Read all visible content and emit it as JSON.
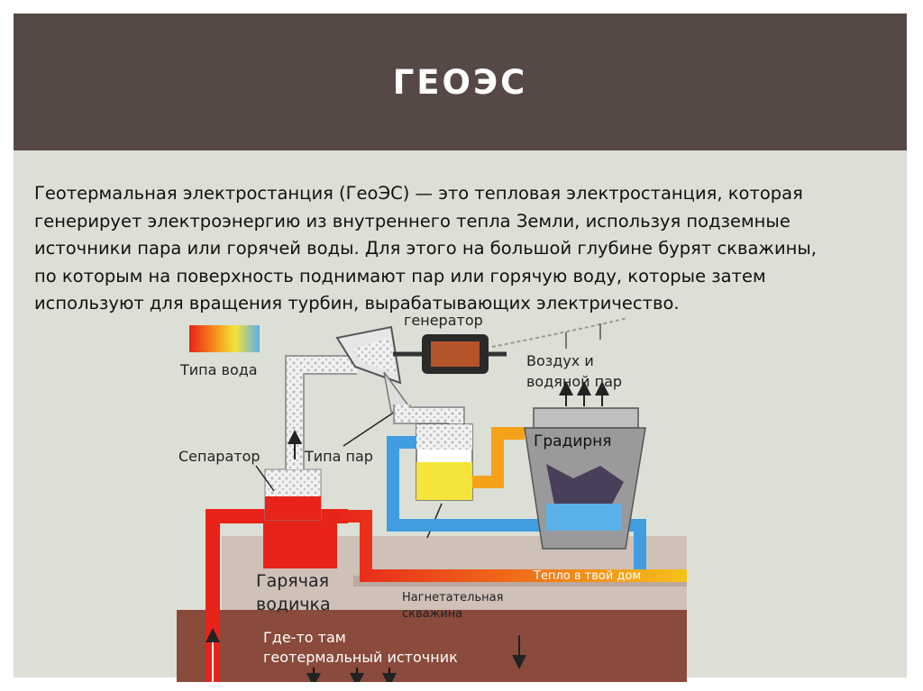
{
  "slide": {
    "title": "ГЕОЭС",
    "paragraph": "Геотермальная электростанция (ГеоЭС) — это тепловая электростанция, которая\nгенерирует электроэнергию из внутреннего тепла Земли, используя подземные\nисточники пара или горячей воды. Для этого на большой глубине бурят скважины,\nпо которым на поверхность поднимают пар или горячую воду, которые затем\nиспользуют для вращения турбин, вырабатывающих электричество."
  },
  "diagram": {
    "labels": {
      "legend": "Типа вода",
      "generator": "генератор",
      "air_steam_1": "Воздух и",
      "air_steam_2": "водяной пар",
      "cooling_tower": "Градирня",
      "separator": "Сепаратор",
      "steam": "Типа пар",
      "hot_water_1": "Гарячая",
      "hot_water_2": "водичка",
      "heat_home": "Тепло в твой дом",
      "injection_1": "Нагнетательная",
      "injection_2": "скважина",
      "source_1": "Где-то там",
      "source_2": "геотермальный источник"
    },
    "colors": {
      "title_band": "#564945",
      "slide_bg": "#dcdfd5",
      "hot": "#e8231a",
      "warm": "#f5a11a",
      "cold": "#3f9de0",
      "steam": "#eeeeee"
    }
  }
}
